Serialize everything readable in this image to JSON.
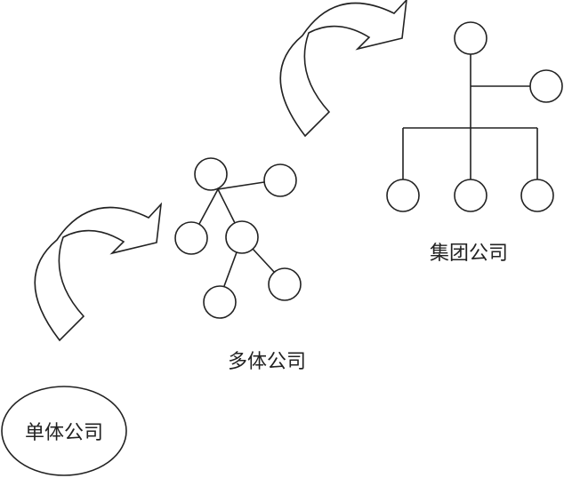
{
  "labels": {
    "single": "单体公司",
    "multi": "多体公司",
    "group": "集团公司"
  },
  "colors": {
    "stroke": "#222222",
    "background": "#ffffff"
  }
}
